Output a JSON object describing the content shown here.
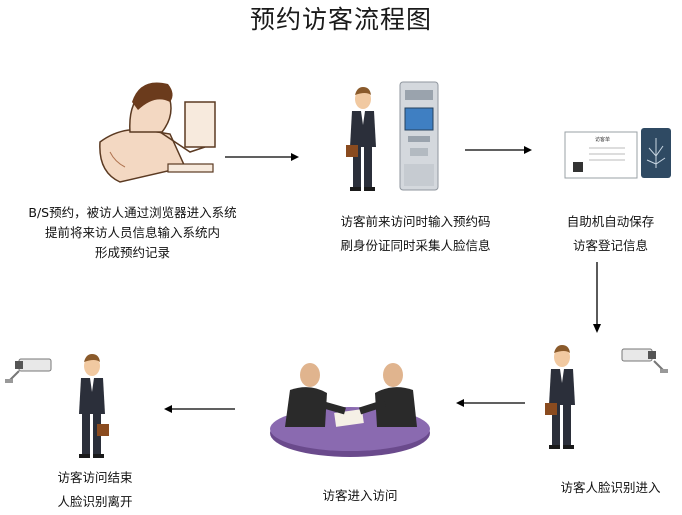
{
  "title": "预约访客流程图",
  "steps": [
    {
      "lines": [
        "B/S预约，被访人通过浏览器进入系统",
        "提前将来访人员信息输入系统内",
        "形成预约记录"
      ]
    },
    {
      "lines": [
        "访客前来访问时输入预约码",
        "刷身份证同时采集人脸信息"
      ]
    },
    {
      "lines": [
        "自助机自动保存",
        "访客登记信息"
      ]
    },
    {
      "lines": [
        "访客人脸识别进入"
      ]
    },
    {
      "lines": [
        "访客进入访问"
      ]
    },
    {
      "lines": [
        "访客访问结束",
        "人脸识别离开"
      ]
    }
  ],
  "card": {
    "label": "访客单"
  },
  "colors": {
    "suit": "#2b2f3a",
    "skin": "#f1c9a1",
    "hair": "#8a5a2b",
    "table": "#6a4a8c",
    "kiosk": "#cfd4da",
    "arrow": "#000000"
  }
}
